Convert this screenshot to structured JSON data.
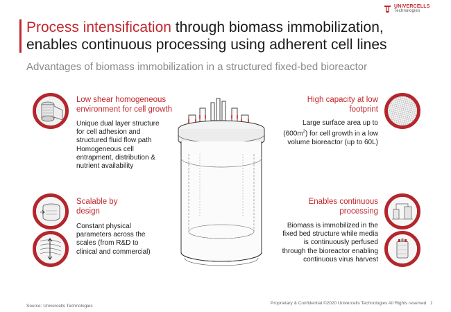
{
  "logo": {
    "brand": "UNIVERCELLS",
    "sub": "Technologies"
  },
  "title": {
    "highlight": "Process intensification",
    "rest": " through biomass immobilization, enables continuous processing using adherent cell lines"
  },
  "subtitle": "Advantages of biomass immobilization in  a structured fixed-bed bioreactor",
  "features": [
    {
      "heading": "Low shear homogeneous environment for cell growth",
      "body": [
        "Unique dual layer structure",
        "for cell adhesion and",
        "structured fluid flow path",
        "Homogeneous cell",
        "entrapment, distribution &",
        "nutrient availability"
      ]
    },
    {
      "heading": "Scalable by design",
      "body": [
        "Constant physical",
        "parameters across the",
        "scales (from R&D to",
        "clinical and commercial)"
      ]
    },
    {
      "heading": "High capacity  at low footprint",
      "body_parts": {
        "l1": "Large surface area up to",
        "l2_pre": "(600m",
        "l2_sup": "2",
        "l2_post": ") for cell growth in  a low",
        "l3": "volume  bioreactor (up to 60L)"
      }
    },
    {
      "heading": "Enables continuous processing",
      "body": [
        "Biomass is immobilized  in the",
        "fixed bed structure while media",
        "is continuously  perfused",
        "through the bioreactor enabling",
        "continuous virus harvest"
      ]
    }
  ],
  "icons": [
    "fixed-bed-roll-icon",
    "scale-cylinder-icon",
    "scale-arrows-icon",
    "mesh-texture-icon",
    "perfusion-setup-icon",
    "bioreactor-small-icon"
  ],
  "footer": {
    "source": "Source: Univercells Technologies",
    "confidential": "Proprietary & Confidential ©2020 Univercells Technologies All Rights reserved",
    "page": "1"
  },
  "colors": {
    "accent": "#c1272d",
    "ring": "#b3262c",
    "subtitle": "#8a8a8a"
  }
}
